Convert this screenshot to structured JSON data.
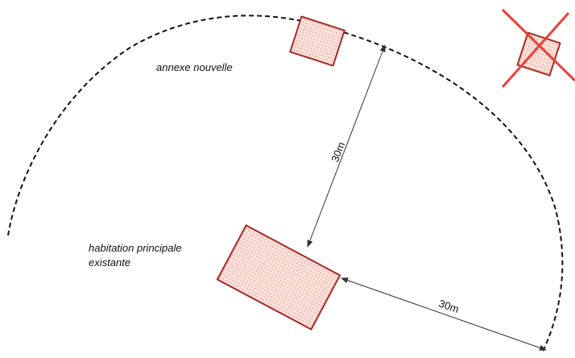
{
  "labels": {
    "annex": "annexe nouvelle",
    "house_line1": "habitation principale",
    "house_line2": "existante",
    "dimension_vertical": "30m",
    "dimension_diagonal": "30m"
  },
  "colors": {
    "building_fill": "#fbe1dc",
    "building_stroke": "#a52a22",
    "building_dots": "#e8867a",
    "cross": "#e8413a",
    "boundary": "#111111",
    "arrow": "#333333"
  },
  "icons": {
    "arrowhead": "arrowhead-icon"
  }
}
